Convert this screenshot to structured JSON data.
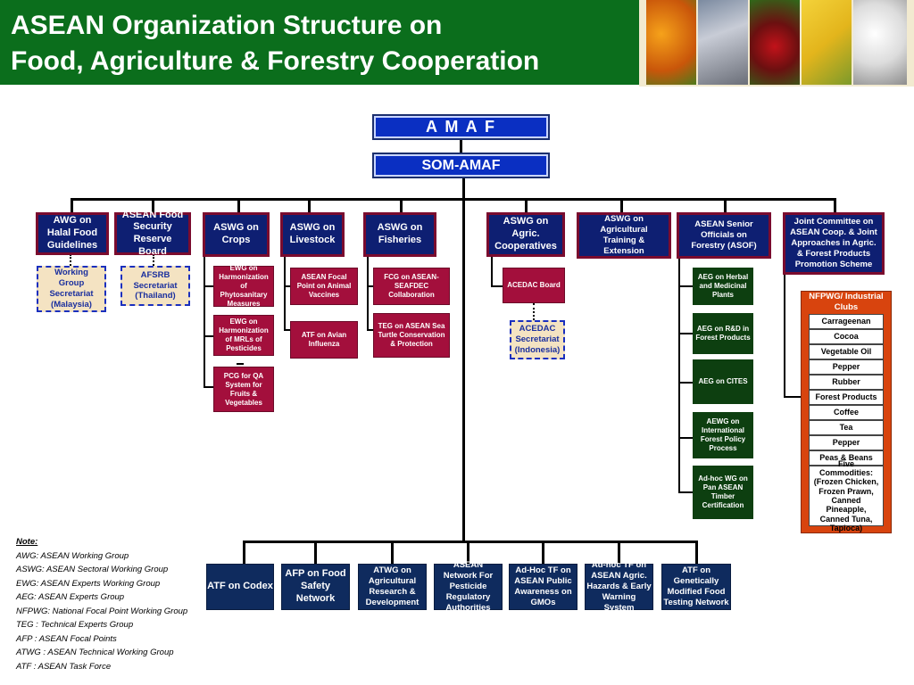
{
  "title": {
    "line1": "ASEAN Organization Structure on",
    "line2": "Food, Agriculture &  Forestry Cooperation"
  },
  "top": {
    "amaf": "A M A F",
    "som": "SOM-AMAF"
  },
  "level1": {
    "awg_halal": "AWG on Halal Food Guidelines",
    "food_security": "ASEAN Food Security Reserve Board",
    "aswg_crops": "ASWG on Crops",
    "aswg_livestock": "ASWG on Livestock",
    "aswg_fisheries": "ASWG on Fisheries",
    "aswg_coops": "ASWG on Agric. Cooperatives",
    "aswg_training": "ASWG on Agricultural Training & Extension",
    "asof": "ASEAN Senior Officials on Forestry (ASOF)",
    "joint": "Joint Committee on ASEAN Coop. & Joint Approaches in Agric. & Forest Products Promotion Scheme"
  },
  "secretariats": {
    "halal": "Working Group Secretariat (Malaysia)",
    "afsrb": "AFSRB Secretariat (Thailand)",
    "acedac": "ACEDAC Secretariat (Indonesia)"
  },
  "crops": [
    "EWG on Harmonization of Phytosanitary Measures",
    "EWG on Harmonization of MRLs of Pesticides",
    "PCG for QA System for Fruits & Vegetables"
  ],
  "livestock": [
    "ASEAN Focal Point on Animal Vaccines",
    "ATF  on Avian Influenza"
  ],
  "fisheries": [
    "FCG on  ASEAN-SEAFDEC Collaboration",
    "TEG on ASEAN Sea Turtle  Conservation & Protection"
  ],
  "coops": {
    "board": "ACEDAC Board"
  },
  "forestry": [
    "AEG on Herbal and Medicinal Plants",
    "AEG on R&D in Forest Products",
    "AEG on CITES",
    "AEWG  on International Forest Policy Process",
    "Ad-hoc WG on Pan ASEAN Timber Certification"
  ],
  "nfpwg": {
    "title": "NFPWG/ Industrial Clubs",
    "items": [
      "Carrageenan",
      "Cocoa",
      "Vegetable Oil",
      "Pepper",
      "Rubber",
      "Forest Products",
      "Coffee",
      "Tea",
      "Pepper",
      "Peas & Beans",
      "Five Commodities: (Frozen Chicken, Frozen Prawn, Canned Pineapple, Canned Tuna, Tapioca)"
    ]
  },
  "bottom": [
    "ATF on Codex",
    "AFP on Food Safety Network",
    "ATWG on Agricultural Research & Development",
    "ASEAN Network For Pesticide Regulatory Authorities",
    "Ad-Hoc  TF on ASEAN Public Awareness on GMOs",
    "Ad-hoc TF on ASEAN Agric. Hazards & Early Warning System",
    "ATF on Genetically Modified Food Testing Network"
  ],
  "notes": {
    "heading": "Note:",
    "items": [
      "AWG: ASEAN Working Group",
      "ASWG: ASEAN Sectoral Working Group",
      "EWG: ASEAN Experts Working Group",
      "AEG: ASEAN Experts Group",
      "NFPWG: National Focal Point Working Group",
      "TEG : Technical Experts Group",
      "AFP : ASEAN Focal Points",
      "ATWG : ASEAN Technical Working Group",
      "ATF : ASEAN Task Force"
    ]
  },
  "colors": {
    "header_green": "#0b6e1c",
    "top_blue": "#0a2fc2",
    "box_navy": "#0e1f72",
    "box_red": "#a30f3c",
    "box_green": "#0d3f10",
    "club_orange": "#d8440e"
  }
}
